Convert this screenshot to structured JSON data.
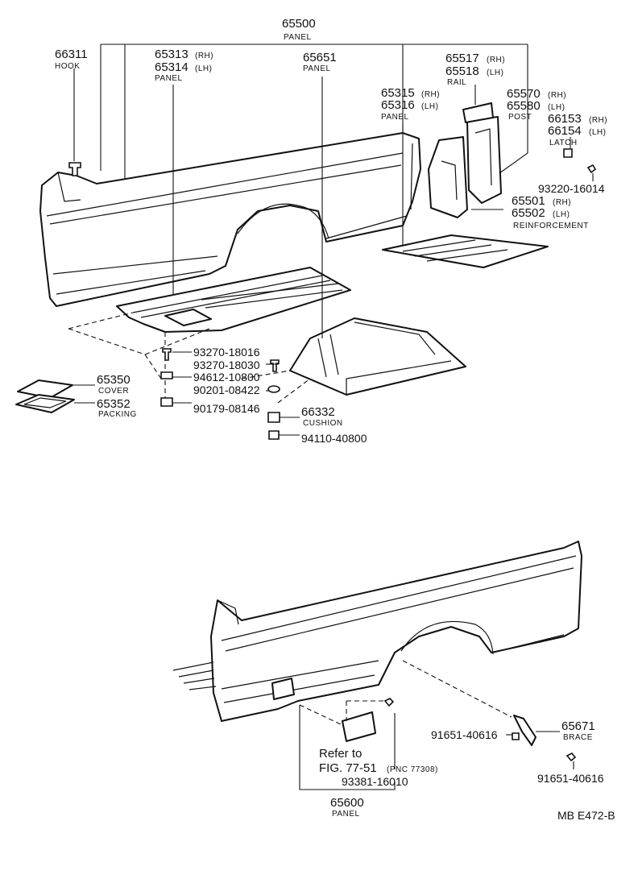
{
  "labels": {
    "l65500": "65500",
    "l65500_name": "PANEL",
    "l66311": "66311",
    "l66311_name": "HOOK",
    "l65313": "65313",
    "l65313_side": "(RH)",
    "l65314": "65314",
    "l65314_side": "(LH)",
    "l65314_name": "PANEL",
    "l65651": "65651",
    "l65651_name": "PANEL",
    "l65517": "65517",
    "l65517_side": "(RH)",
    "l65518": "65518",
    "l65518_side": "(LH)",
    "l65518_name": "RAIL",
    "l65315": "65315",
    "l65315_side": "(RH)",
    "l65316": "65316",
    "l65316_side": "(LH)",
    "l65316_name": "PANEL",
    "l65570": "65570",
    "l65570_side": "(RH)",
    "l65580": "65580",
    "l65580_side": "(LH)",
    "l65580_name": "POST",
    "l66153": "66153",
    "l66153_side": "(RH)",
    "l66154": "66154",
    "l66154_side": "(LH)",
    "l66154_name": "LATCH",
    "l93220": "93220-16014",
    "l65501": "65501",
    "l65501_side": "(RH)",
    "l65502": "65502",
    "l65502_side": "(LH)",
    "l65502_name": "REINFORCEMENT",
    "l93270a": "93270-18016",
    "l93270b": "93270-18030",
    "l94612": "94612-10800",
    "l90201": "90201-08422",
    "l90179": "90179-08146",
    "l65350": "65350",
    "l65350_name": "COVER",
    "l65352": "65352",
    "l65352_name": "PACKING",
    "l66332": "66332",
    "l66332_name": "CUSHION",
    "l94110": "94110-40800",
    "l65671": "65671",
    "l65671_name": "BRACE",
    "l91651a": "91651-40616",
    "l91651b": "91651-40616",
    "refer1": "Refer to",
    "refer2": "FIG. 77-51",
    "refer3": "(PNC 77308)",
    "l93381": "93381-16010",
    "l65600": "65600",
    "l65600_name": "PANEL",
    "code": "MB  E472-B"
  }
}
